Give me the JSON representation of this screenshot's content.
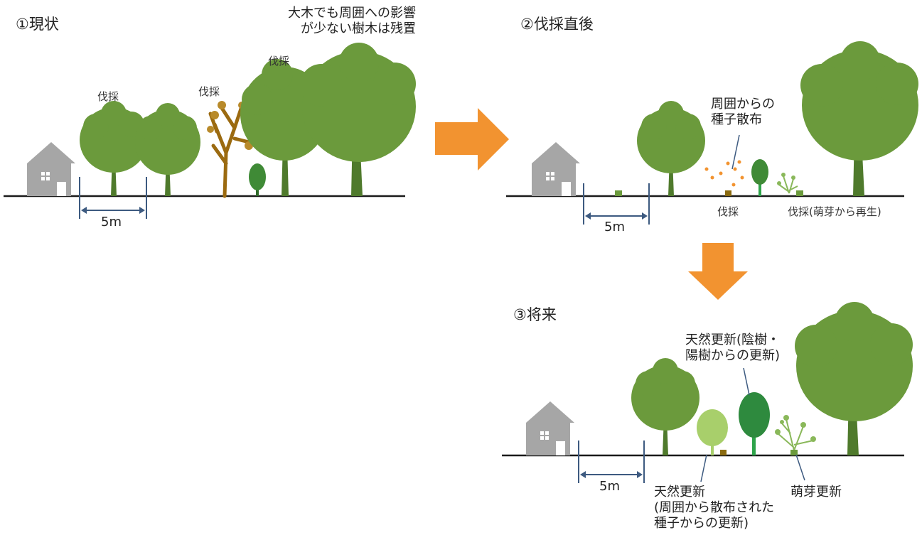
{
  "panels": {
    "current": {
      "title": "①現状",
      "note": "大木でも周囲への影響\nが少ない樹木は残置",
      "labels": [
        "伐採",
        "伐採",
        "伐採"
      ],
      "distance": "5m"
    },
    "after_cut": {
      "title": "②伐採直後",
      "seed_note": "周囲からの\n種子散布",
      "stump_label": "伐採",
      "sprout_label": "伐採(萌芽から再生)",
      "distance": "5m"
    },
    "future": {
      "title": "③将来",
      "shade_note": "天然更新(陰樹・\n陽樹からの更新)",
      "seed_regen_note": "天然更新\n(周囲から散布された\n種子からの更新)",
      "sprout_regen_note": "萌芽更新",
      "distance": "5m"
    }
  },
  "colors": {
    "tree_green": "#6b9a3c",
    "tree_dark": "#4f7a2c",
    "dead_tree": "#9b6a10",
    "house": "#a6a6a6",
    "arrow": "#f29330",
    "ground": "#1a1a1a",
    "dimension": "#3d5a80",
    "young_tree_light": "#a8cf6b",
    "young_tree_bright": "#2ea34a"
  }
}
